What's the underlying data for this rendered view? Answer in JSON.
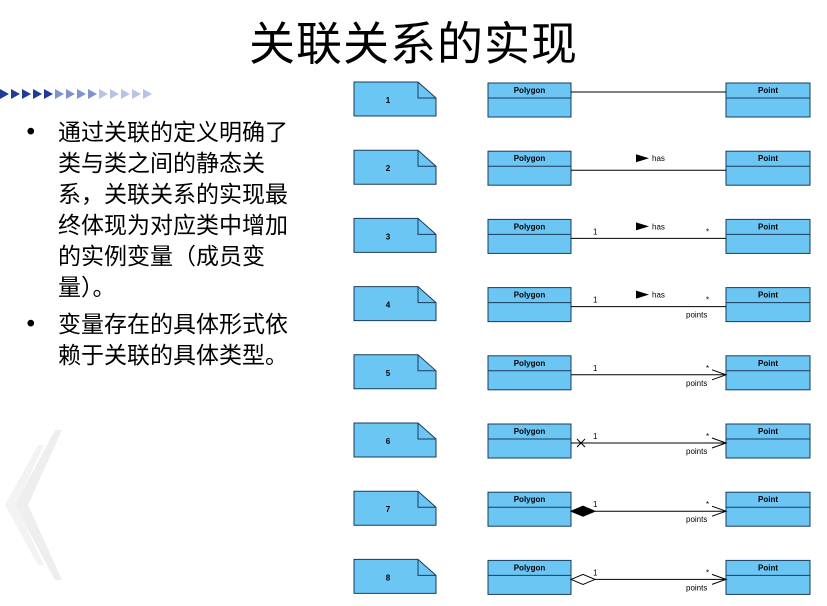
{
  "title": "关联关系的实现",
  "bullets": [
    "通过关联的定义明确了类与类之间的静态关系，关联关系的实现最终体现为对应类中增加的实例变量（成员变量）。",
    "变量存在的具体形式依赖于关联的具体类型。"
  ],
  "bullet_icon": "bullet-dot",
  "colors": {
    "box_fill": "#6cc6f4",
    "box_stroke": "#1a3b5c",
    "line": "#000000",
    "arrow_dark": "#1f3c99",
    "arrow_light": "#b8c4e6"
  },
  "rows": [
    {
      "num": "1",
      "left": "Polygon",
      "right": "Point",
      "verb": "",
      "mult_left": "",
      "mult_right": "",
      "role": "",
      "source_end": "none",
      "target_end": "none"
    },
    {
      "num": "2",
      "left": "Polygon",
      "right": "Point",
      "verb": "has",
      "mult_left": "",
      "mult_right": "",
      "role": "",
      "source_end": "none",
      "target_end": "none"
    },
    {
      "num": "3",
      "left": "Polygon",
      "right": "Point",
      "verb": "has",
      "mult_left": "1",
      "mult_right": "*",
      "role": "",
      "source_end": "none",
      "target_end": "none"
    },
    {
      "num": "4",
      "left": "Polygon",
      "right": "Point",
      "verb": "has",
      "mult_left": "1",
      "mult_right": "*",
      "role": "points",
      "source_end": "none",
      "target_end": "none"
    },
    {
      "num": "5",
      "left": "Polygon",
      "right": "Point",
      "verb": "",
      "mult_left": "1",
      "mult_right": "*",
      "role": "points",
      "source_end": "none",
      "target_end": "open-arrow"
    },
    {
      "num": "6",
      "left": "Polygon",
      "right": "Point",
      "verb": "",
      "mult_left": "1",
      "mult_right": "*",
      "role": "points",
      "source_end": "cross",
      "target_end": "open-arrow"
    },
    {
      "num": "7",
      "left": "Polygon",
      "right": "Point",
      "verb": "",
      "mult_left": "1",
      "mult_right": "*",
      "role": "points",
      "source_end": "filled-diamond",
      "target_end": "open-arrow"
    },
    {
      "num": "8",
      "left": "Polygon",
      "right": "Point",
      "verb": "",
      "mult_left": "1",
      "mult_right": "*",
      "role": "points",
      "source_end": "hollow-diamond",
      "target_end": "open-arrow"
    }
  ]
}
